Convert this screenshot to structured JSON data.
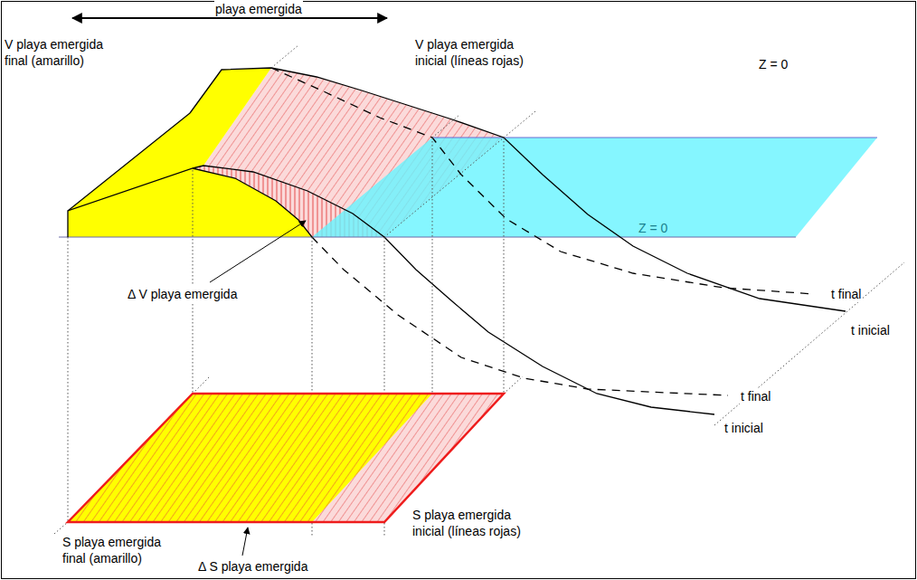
{
  "diagram": {
    "labels": [
      "playa emergida",
      "V playa emergida final (amarillo)",
      "V playa emergida inicial (líneas rojas)",
      "Z = 0",
      "Z = 0",
      "Δ V playa emergida",
      "t final",
      "t inicial",
      "t final",
      "t inicial",
      "S playa emergida final (amarillo)",
      "S playa emergida inicial (líneas rojas)",
      "Δ S playa emergida"
    ]
  }
}
